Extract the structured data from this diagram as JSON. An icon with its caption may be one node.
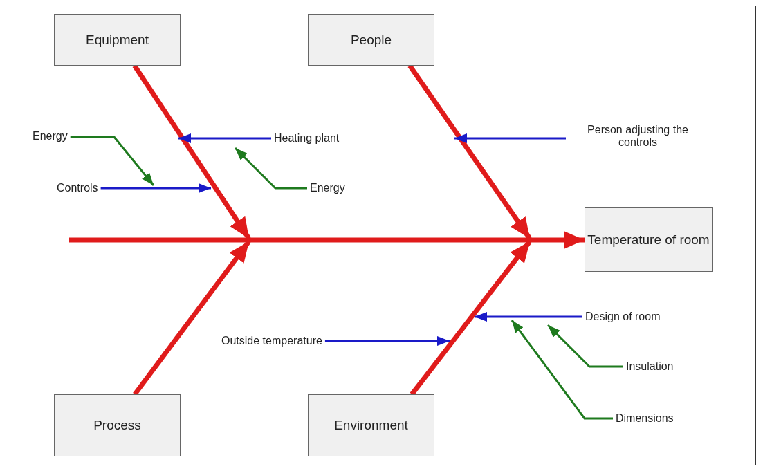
{
  "diagram": {
    "nodes": [
      {
        "text": [
          "Equipment"
        ]
      },
      {
        "text": [
          "People"
        ]
      },
      {
        "text": [
          "Energy"
        ]
      },
      {
        "text": [
          "Heating plant"
        ]
      },
      {
        "text": [
          "Person adjusting the controls"
        ]
      },
      {
        "text": [
          "Controls"
        ]
      },
      {
        "text": [
          "Energy"
        ]
      },
      {
        "text": [
          "Temperature of room"
        ]
      },
      {
        "text": [
          "Design of room"
        ]
      },
      {
        "text": [
          "Outside temperature"
        ]
      },
      {
        "text": [
          "Insulation"
        ]
      },
      {
        "text": [
          "Process"
        ]
      },
      {
        "text": [
          "Environment"
        ]
      },
      {
        "text": [
          "Dimensions"
        ]
      }
    ],
    "edges": [
      {
        "from": null,
        "to": 7,
        "arrow": "to",
        "style": "thick",
        "color": "#e01b1b"
      },
      {
        "from": 0,
        "to": null,
        "arrow": "to",
        "style": "thick",
        "color": "#e01b1b"
      },
      {
        "from": 1,
        "to": null,
        "arrow": "to",
        "style": "thick",
        "color": "#e01b1b"
      },
      {
        "from": 11,
        "to": null,
        "arrow": "to",
        "style": "thick",
        "color": "#e01b1b"
      },
      {
        "from": 12,
        "to": null,
        "arrow": "to",
        "style": "thick",
        "color": "#e01b1b"
      },
      {
        "from": 3,
        "to": null,
        "arrow": "to",
        "color": "#1a1ac8"
      },
      {
        "from": 5,
        "to": null,
        "arrow": "to",
        "color": "#1a1ac8"
      },
      {
        "from": 4,
        "to": null,
        "arrow": "to",
        "color": "#1a1ac8"
      },
      {
        "from": 9,
        "to": null,
        "arrow": "to",
        "color": "#1a1ac8"
      },
      {
        "from": 8,
        "to": null,
        "arrow": "to",
        "color": "#1a1ac8"
      },
      {
        "from": 2,
        "to": null,
        "arrow": "to",
        "color": "#1e7a1e"
      },
      {
        "from": 6,
        "to": null,
        "arrow": "to",
        "color": "#1e7a1e"
      },
      {
        "from": 10,
        "to": null,
        "arrow": "to",
        "color": "#1e7a1e"
      },
      {
        "from": 13,
        "to": null,
        "arrow": "to",
        "color": "#1e7a1e"
      }
    ]
  }
}
